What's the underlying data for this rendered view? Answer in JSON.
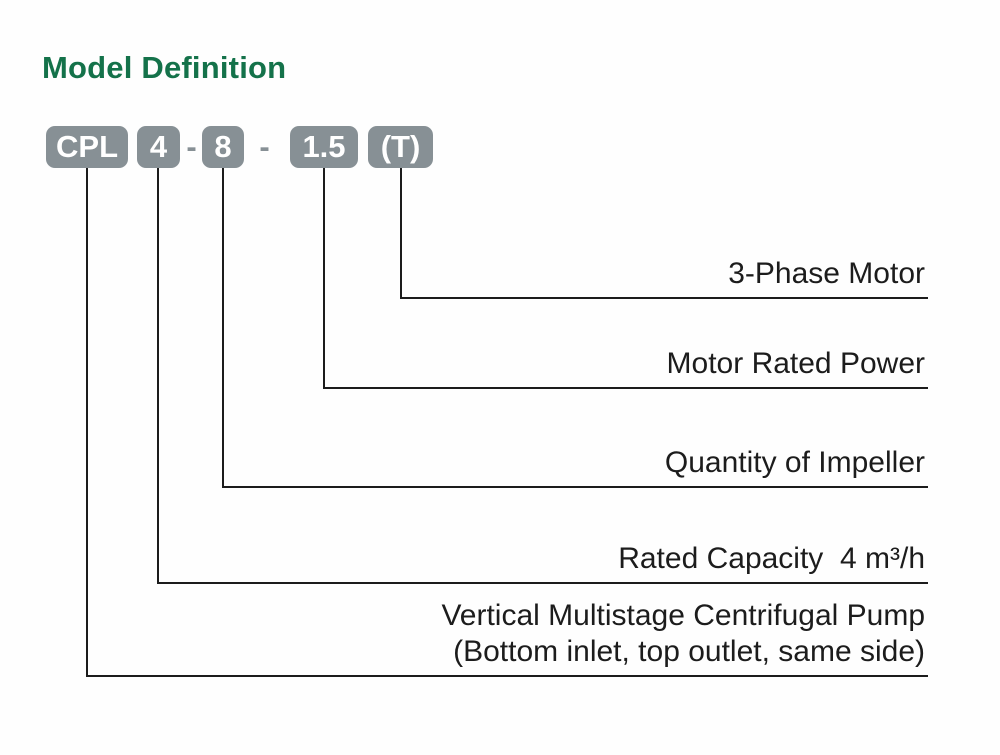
{
  "title": {
    "text": "Model Definition",
    "color": "#14724a"
  },
  "model_code": {
    "box_color": "#879095",
    "text_color": "#ffffff",
    "separator": "-",
    "segments": [
      "CPL",
      "4",
      "8",
      "1.5",
      "(T)"
    ]
  },
  "definitions": [
    {
      "code": "(T)",
      "label": "3-Phase Motor"
    },
    {
      "code": "1.5",
      "label": "Motor Rated Power"
    },
    {
      "code": "8",
      "label": "Quantity of Impeller"
    },
    {
      "code": "4",
      "label": "Rated Capacity  4 m³/h"
    },
    {
      "code": "CPL",
      "label": "Vertical Multistage Centrifugal Pump",
      "label_line2": "(Bottom inlet, top outlet, same side)"
    }
  ],
  "line_color": "#1c1c1c"
}
